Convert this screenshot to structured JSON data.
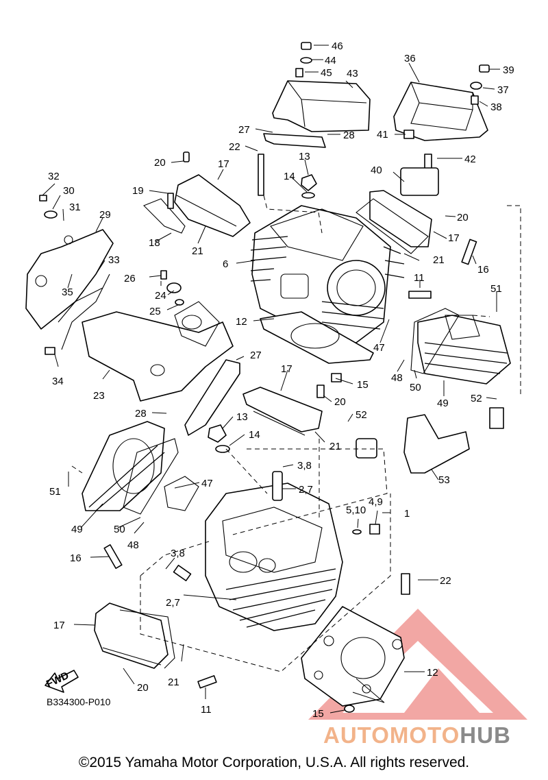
{
  "diagram": {
    "code": "B334300-P010",
    "fwd_label": "FWD",
    "copyright": "©2015 Yamaha Motor Corporation, U.S.A. All rights reserved.",
    "callouts": {
      "c46": "46",
      "c44": "44",
      "c45": "45",
      "c43": "43",
      "c36": "36",
      "c39": "39",
      "c37": "37",
      "c38": "38",
      "c27a": "27",
      "c28a": "28",
      "c41": "41",
      "c22a": "22",
      "c13a": "13",
      "c20a": "20",
      "c17a": "17",
      "c42": "42",
      "c32": "32",
      "c30": "30",
      "c19": "19",
      "c14a": "14",
      "c40": "40",
      "c31": "31",
      "c29": "29",
      "c20b": "20",
      "c18": "18",
      "c21a": "21",
      "c17b": "17",
      "c6": "6",
      "c21b": "21",
      "c16a": "16",
      "c33": "33",
      "c35": "35",
      "c26": "26",
      "c11a": "11",
      "c51a": "51",
      "c24": "24",
      "c25": "25",
      "c12a": "12",
      "c47a": "47",
      "c48a": "48",
      "c27b": "27",
      "c34": "34",
      "c17c": "17",
      "c15a": "15",
      "c50a": "50",
      "c49a": "49",
      "c23": "23",
      "c20c": "20",
      "c52a": "52",
      "c28b": "28",
      "c52b": "52",
      "c13b": "13",
      "c14b": "14",
      "c21c": "21",
      "c53": "53",
      "c38b": "3,8",
      "c51b": "51",
      "c27c": "2,7",
      "c47b": "47",
      "c49b": "49",
      "c410": "4,9",
      "c510": "5,10",
      "c1": "1",
      "c50b": "50",
      "c48b": "48",
      "c16b": "16",
      "c38c": "3,8",
      "c22b": "22",
      "c27d": "2,7",
      "c17d": "17",
      "c12b": "12",
      "c20d": "20",
      "c21d": "21",
      "c11b": "11",
      "c15b": "15"
    }
  },
  "watermark": {
    "brand_part1": "AUTOMOTO",
    "brand_part2": "HUB",
    "accent_color": "#f2b38a",
    "triangle_color": "#e8605a",
    "gray_color": "#8a8a8a"
  }
}
